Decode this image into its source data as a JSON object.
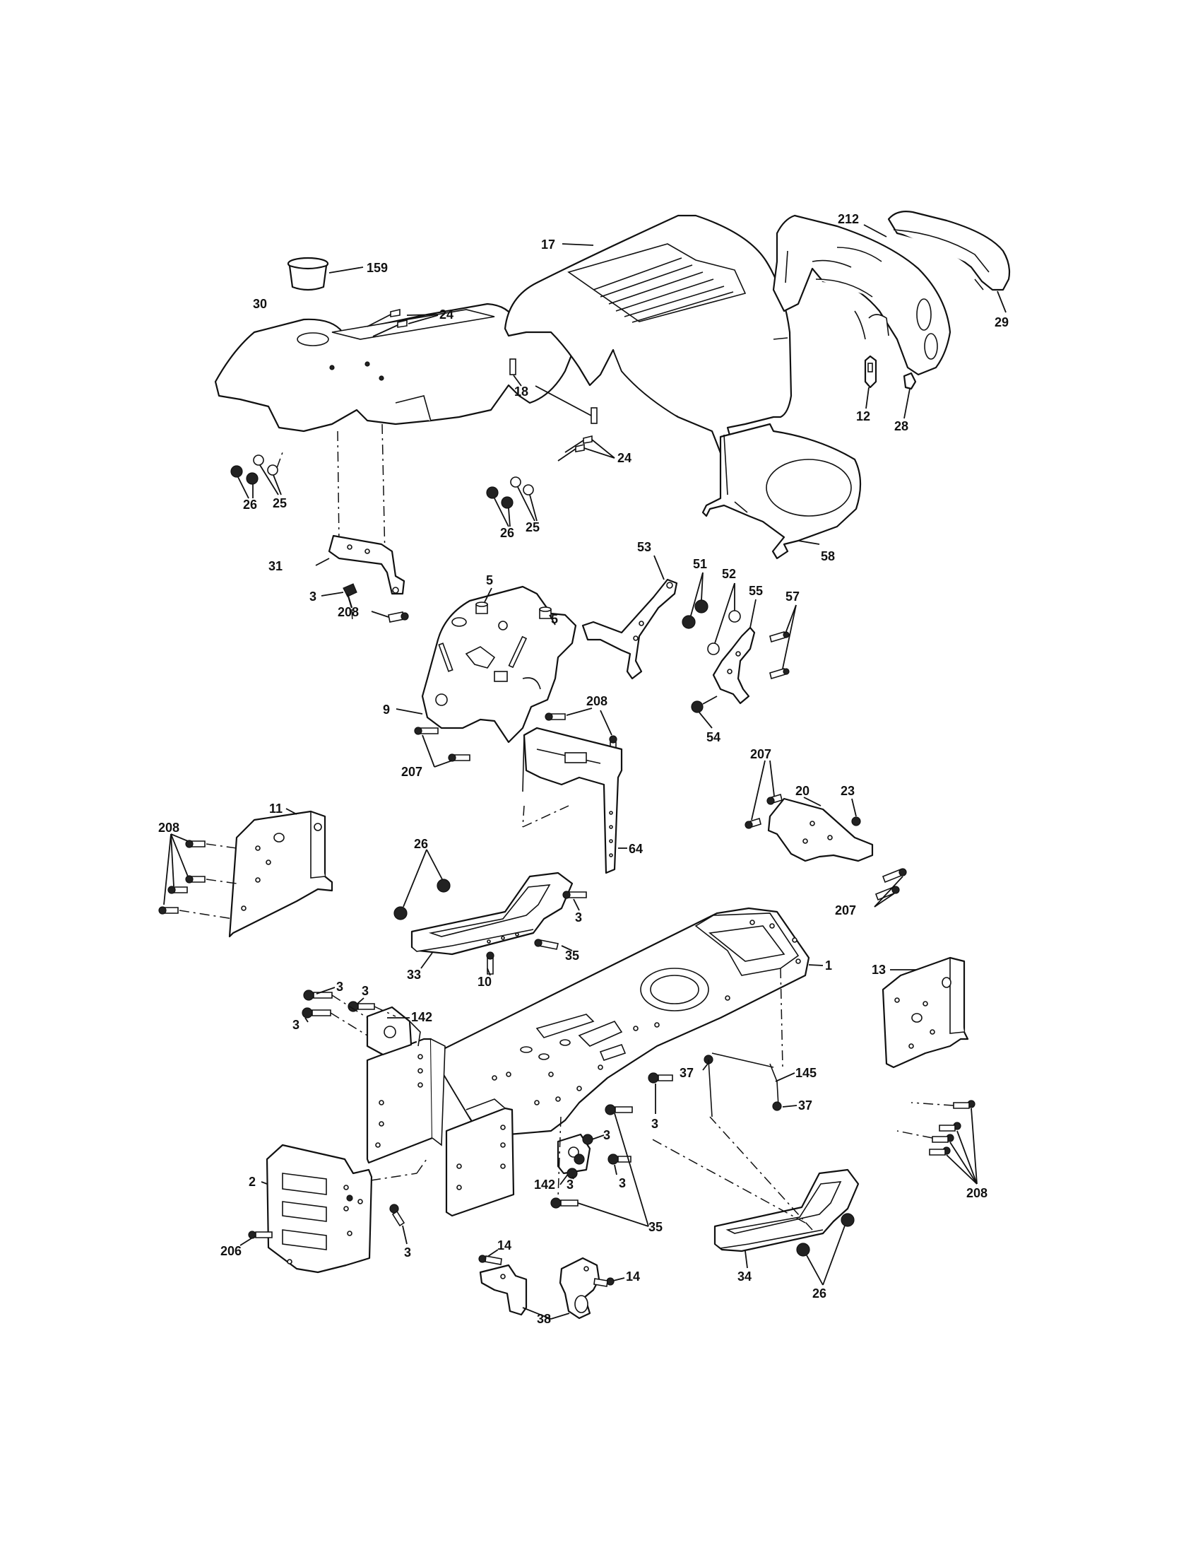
{
  "diagram": {
    "callouts": [
      {
        "id": "c159",
        "label": "159"
      },
      {
        "id": "c30",
        "label": "30"
      },
      {
        "id": "c24a",
        "label": "24"
      },
      {
        "id": "c24b",
        "label": "24"
      },
      {
        "id": "c25a",
        "label": "25"
      },
      {
        "id": "c25b",
        "label": "25"
      },
      {
        "id": "c26a",
        "label": "26"
      },
      {
        "id": "c26b",
        "label": "26"
      },
      {
        "id": "c31",
        "label": "31"
      },
      {
        "id": "c3a",
        "label": "3"
      },
      {
        "id": "c17",
        "label": "17"
      },
      {
        "id": "c18",
        "label": "18"
      },
      {
        "id": "c212",
        "label": "212"
      },
      {
        "id": "c29",
        "label": "29"
      },
      {
        "id": "c12",
        "label": "12"
      },
      {
        "id": "c28",
        "label": "28"
      },
      {
        "id": "c58",
        "label": "58"
      },
      {
        "id": "c53",
        "label": "53"
      },
      {
        "id": "c51",
        "label": "51"
      },
      {
        "id": "c52",
        "label": "52"
      },
      {
        "id": "c55",
        "label": "55"
      },
      {
        "id": "c57",
        "label": "57"
      },
      {
        "id": "c54",
        "label": "54"
      },
      {
        "id": "c5a",
        "label": "5"
      },
      {
        "id": "c5b",
        "label": "5"
      },
      {
        "id": "c208a",
        "label": "208"
      },
      {
        "id": "c9",
        "label": "9"
      },
      {
        "id": "c208b",
        "label": "208"
      },
      {
        "id": "c207a",
        "label": "207"
      },
      {
        "id": "c64",
        "label": "64"
      },
      {
        "id": "c207b",
        "label": "207"
      },
      {
        "id": "c20",
        "label": "20"
      },
      {
        "id": "c23",
        "label": "23"
      },
      {
        "id": "c207c",
        "label": "207"
      },
      {
        "id": "c208c",
        "label": "208"
      },
      {
        "id": "c11",
        "label": "11"
      },
      {
        "id": "c26c",
        "label": "26"
      },
      {
        "id": "c3b",
        "label": "3"
      },
      {
        "id": "c35a",
        "label": "35"
      },
      {
        "id": "c33",
        "label": "33"
      },
      {
        "id": "c10",
        "label": "10"
      },
      {
        "id": "c1",
        "label": "1"
      },
      {
        "id": "c13",
        "label": "13"
      },
      {
        "id": "c3c",
        "label": "3"
      },
      {
        "id": "c3d",
        "label": "3"
      },
      {
        "id": "c3e",
        "label": "3"
      },
      {
        "id": "c142a",
        "label": "142"
      },
      {
        "id": "c37a",
        "label": "37"
      },
      {
        "id": "c145",
        "label": "145"
      },
      {
        "id": "c37b",
        "label": "37"
      },
      {
        "id": "c3f",
        "label": "3"
      },
      {
        "id": "c3g",
        "label": "3"
      },
      {
        "id": "c3h",
        "label": "3"
      },
      {
        "id": "c142b",
        "label": "142"
      },
      {
        "id": "c3i",
        "label": "3"
      },
      {
        "id": "c35b",
        "label": "35"
      },
      {
        "id": "c208d",
        "label": "208"
      },
      {
        "id": "c2",
        "label": "2"
      },
      {
        "id": "c206",
        "label": "206"
      },
      {
        "id": "c3j",
        "label": "3"
      },
      {
        "id": "c14a",
        "label": "14"
      },
      {
        "id": "c14b",
        "label": "14"
      },
      {
        "id": "c38",
        "label": "38"
      },
      {
        "id": "c34",
        "label": "34"
      },
      {
        "id": "c26d",
        "label": "26"
      }
    ]
  }
}
